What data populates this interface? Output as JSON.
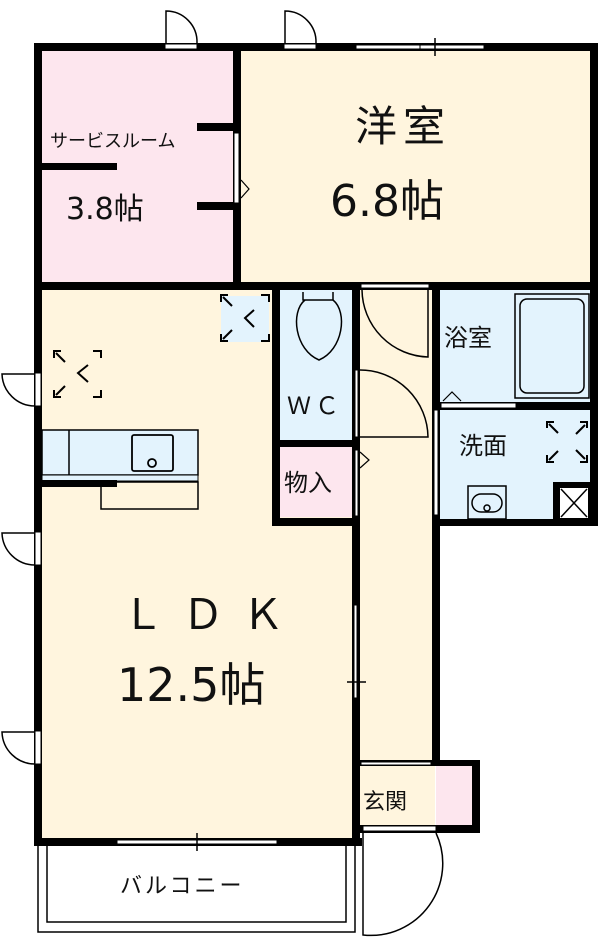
{
  "floor_plan": {
    "rooms": [
      {
        "id": "service_room",
        "name": "サービスルーム",
        "size": "3.8帖"
      },
      {
        "id": "western_room",
        "name": "洋室",
        "size": "6.8帖"
      },
      {
        "id": "wc",
        "name": "ＷＣ"
      },
      {
        "id": "bathroom",
        "name": "浴室"
      },
      {
        "id": "washroom",
        "name": "洗面"
      },
      {
        "id": "storage",
        "name": "物入"
      },
      {
        "id": "ldk",
        "name": "ＬＤＫ",
        "size": "12.5帖"
      },
      {
        "id": "entrance",
        "name": "玄関"
      },
      {
        "id": "balcony",
        "name": "バルコニー"
      }
    ],
    "colors": {
      "wall": "#000000",
      "western_floor": "#fff5de",
      "wet_area": "#e3f3fd",
      "storage_pink": "#fde6ee",
      "background": "#ffffff"
    }
  }
}
